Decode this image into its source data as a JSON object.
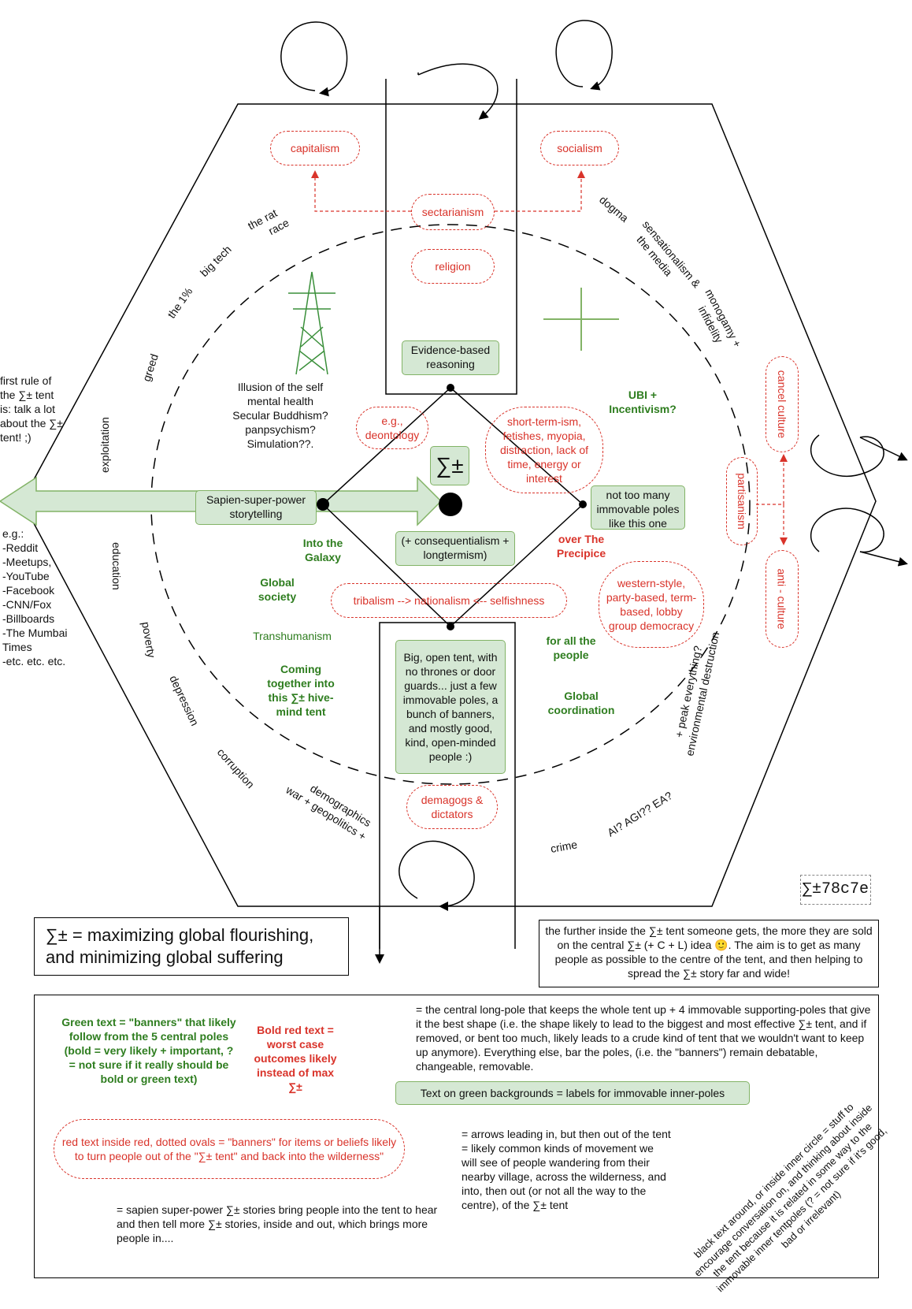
{
  "tent": {
    "hash": "∑±78c7e",
    "center_symbol": "∑±"
  },
  "poles": {
    "evidence": "Evidence-based reasoning",
    "storytelling": "Sapien-super-power storytelling",
    "consequentialism": "(+ consequentialism + longtermism)",
    "not_too_many": "not too many immovable poles like this one",
    "big_tent": "Big, open tent, with no thrones or door guards... just a few immovable poles, a bunch of banners, and mostly good, kind, open-minded people :)"
  },
  "red_ovals": {
    "capitalism": "capitalism",
    "socialism": "socialism",
    "sectarianism": "sectarianism",
    "religion": "religion",
    "deontology": "e.g., deontology",
    "short_termism": "short-term-ism, fetishes, myopia, distraction, lack of time, energy or interest",
    "tribalism": "tribalism --> nationalism <-- selfishness",
    "western": "western-style, party-based, term-based, lobby group democracy",
    "demagogs": "demagogs & dictators",
    "cancel_culture": "cancel culture",
    "partisanism": "partisanism",
    "anti_culture": "anti - culture"
  },
  "red_bold": {
    "precipice": "over The Precipice"
  },
  "green_banners": {
    "ubi": "UBI + Incentivism?",
    "into_galaxy": "Into the Galaxy",
    "global_society": "Global society",
    "transhumanism": "Transhumanism",
    "coming_together": "Coming together into this ∑± hive-mind tent",
    "for_all": "for all the people",
    "global_coord": "Global coordination"
  },
  "black_center": {
    "illusion": "Illusion of the self\nmental health\nSecular Buddhism?\npanpsychism?\nSimulation??."
  },
  "left_text": {
    "first_rule": "first rule of the ∑± tent is: talk a lot about the ∑± tent! ;)",
    "examples": "e.g.:\n-Reddit\n-Meetups,\n-YouTube\n-Facebook\n-CNN/Fox\n-Billboards\n-The Mumbai Times\n-etc. etc. etc."
  },
  "ring_words": {
    "the_rat_race": "the rat race",
    "big_tech": "big tech",
    "the_1": "the 1%",
    "greed": "greed",
    "exploitation": "exploitation",
    "education": "education",
    "poverty": "poverty",
    "depression": "depression",
    "corruption": "corruption",
    "war_geo": "war + geopolitics + demographics",
    "dogma": "dogma",
    "sensationalism": "sensationalism & the media",
    "monogamy": "monogamy + infidelity",
    "environmental": "environmental destruction + peak everything?",
    "ai": "AI? AGI?? EA?",
    "crime": "crime"
  },
  "bottom": {
    "definition": "∑± = maximizing global flourishing, and minimizing global suffering",
    "further_inside": "the further inside the ∑± tent someone gets, the more they are sold on the central ∑± (+ C + L) idea 🙂. The aim is to get as many people as possible to the centre of the tent, and then helping to spread the ∑± story far and wide!"
  },
  "legend": {
    "green_text": "Green text = \"banners\" that likely follow from the 5 central poles (bold = very likely + important, ? = not sure if it really should be bold or green text)",
    "bold_red": "Bold red text = worst case outcomes likely instead of max ∑±",
    "poles_desc": "= the central long-pole that keeps the whole tent up + 4 immovable supporting-poles that give it the best shape (i.e. the shape likely to lead to the biggest and most effective ∑± tent, and if removed, or bent too much, likely leads to a crude kind of tent that we wouldn't want to keep up anymore). Everything else, bar the poles, (i.e. the \"banners\") remain debatable, changeable, removable.",
    "green_bg": "Text on green backgrounds = labels for immovable inner-poles",
    "red_ovals": "red text inside red, dotted ovals = \"banners\" for items or beliefs likely to turn people out of the \"∑± tent\" and back into the wilderness\"",
    "arrows": "= arrows leading in, but then out of the tent = likely common kinds of movement we will see of people wandering from their nearby village, across the wilderness, and into, then out (or not all the way to the centre), of the ∑± tent",
    "double_arrow": "= sapien super-power ∑± stories bring people into the tent to hear and then tell more ∑± stories, inside and out, which brings more people in....",
    "black_text": "black text around, or inside inner circle = stuff to encourage conversation on, and thinking about inside the tent because it is related in some way to the immovable inner tentpoles (? = not sure if it's good, bad or irrelevant)"
  },
  "colors": {
    "green_fill": "#d5e8d4",
    "green_stroke": "#82b366",
    "green_text": "#2e7d1f",
    "red": "#d9332a"
  }
}
